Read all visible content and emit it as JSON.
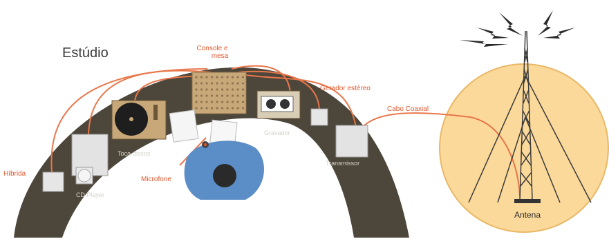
{
  "diagram": {
    "title": "Estúdio",
    "labels": {
      "console": [
        "Console e",
        "mesa"
      ],
      "gerador": "Gerador estéreo",
      "cabo": "Cabo Coaxial",
      "hibrida": "Híbrida",
      "microfone": "Microfone",
      "toca_discos": "Toca-discos",
      "gravador": "Gravador",
      "transmissor": "Transmissor",
      "cd_player": "CD Player",
      "antena": "Antena"
    },
    "colors": {
      "desk": "#4d463a",
      "wire": "#e8764a",
      "label": "#e2572c",
      "field": "#fbd99a",
      "field_stroke": "#e9b866",
      "tower": "#3a3a3a",
      "panel": "#c8a878"
    }
  }
}
